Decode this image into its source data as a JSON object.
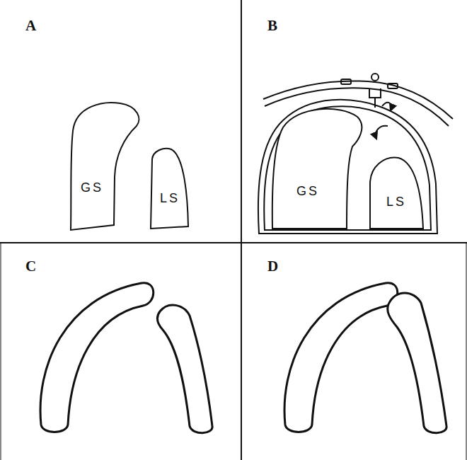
{
  "diagram": {
    "nodes": [
      {
        "text": [
          "GS"
        ]
      },
      {
        "text": [
          "LS"
        ]
      },
      {
        "text": [
          "GS"
        ]
      },
      {
        "text": [
          "LS"
        ]
      }
    ],
    "labels": [
      "A",
      "B",
      "C",
      "D"
    ]
  }
}
